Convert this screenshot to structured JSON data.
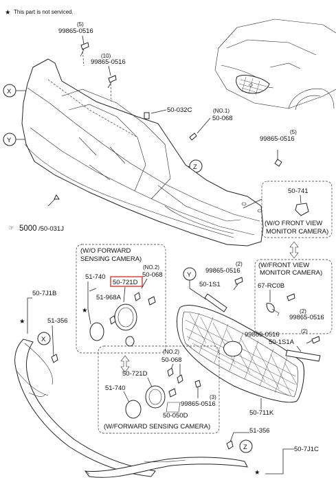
{
  "note": "This part is not serviced.",
  "labels": {
    "bolt_top_1": {
      "part": "99865-0516",
      "qty": "(5)"
    },
    "bolt_top_2": {
      "part": "99865-0516",
      "qty": "(10)"
    },
    "clip_032c": "50-032C",
    "no1": "(NO.1)",
    "clip_068_top": "50-068",
    "bolt_right": {
      "part": "99865-0516",
      "qty": "(5)"
    },
    "bumper_main": "5000",
    "bumper_main_alt": "/50-031J",
    "wo_front_view_part": "50-741",
    "wo_front_view_caption_1": "(W/O FRONT VIEW",
    "wo_front_view_caption_2": "MONITOR CAMERA)",
    "wo_fwd_title_1": "(W/O FORWARD",
    "wo_fwd_title_2": "SENSING CAMERA)",
    "wo_fwd_740": "51-740",
    "wo_fwd_721d": "50-721D",
    "wo_fwd_no2": "(NO.2)",
    "wo_fwd_068": "50-068",
    "wo_fwd_968a": "51-968A",
    "bolt_mid": {
      "part": "99865-0516",
      "qty": "(2)"
    },
    "clip_1s1": "50-1S1",
    "w_front_view_caption_1": "(W/FRONT VIEW",
    "w_front_view_caption_2": "MONITOR CAMERA)",
    "cam_67rc0b": "67-RC0B",
    "bolt_cam": {
      "part": "99865-0516",
      "qty": "(2)"
    },
    "bolt_1s1a": {
      "part": "99865-0516",
      "qty": "(2)"
    },
    "clip_1s1a": "50-1S1A",
    "lip_left": "50-7J1B",
    "lip_left_356": "51-356",
    "w_fwd_no2": "(NO.2)",
    "w_fwd_068": "50-068",
    "w_fwd_721d": "50-721D",
    "w_fwd_740": "51-740",
    "w_fwd_bolt": {
      "part": "99865-0516",
      "qty": "(3)"
    },
    "w_fwd_050d": "50-050D",
    "w_fwd_caption": "(W/FORWARD SENSING CAMERA)",
    "grille": "50-711K",
    "lip_right_356": "51-356",
    "lip_right": "50-7J1C"
  },
  "callouts": {
    "x": "X",
    "y": "Y",
    "z": "Z"
  },
  "highlight": {
    "part": "50-721D",
    "color": "#d9261c"
  }
}
